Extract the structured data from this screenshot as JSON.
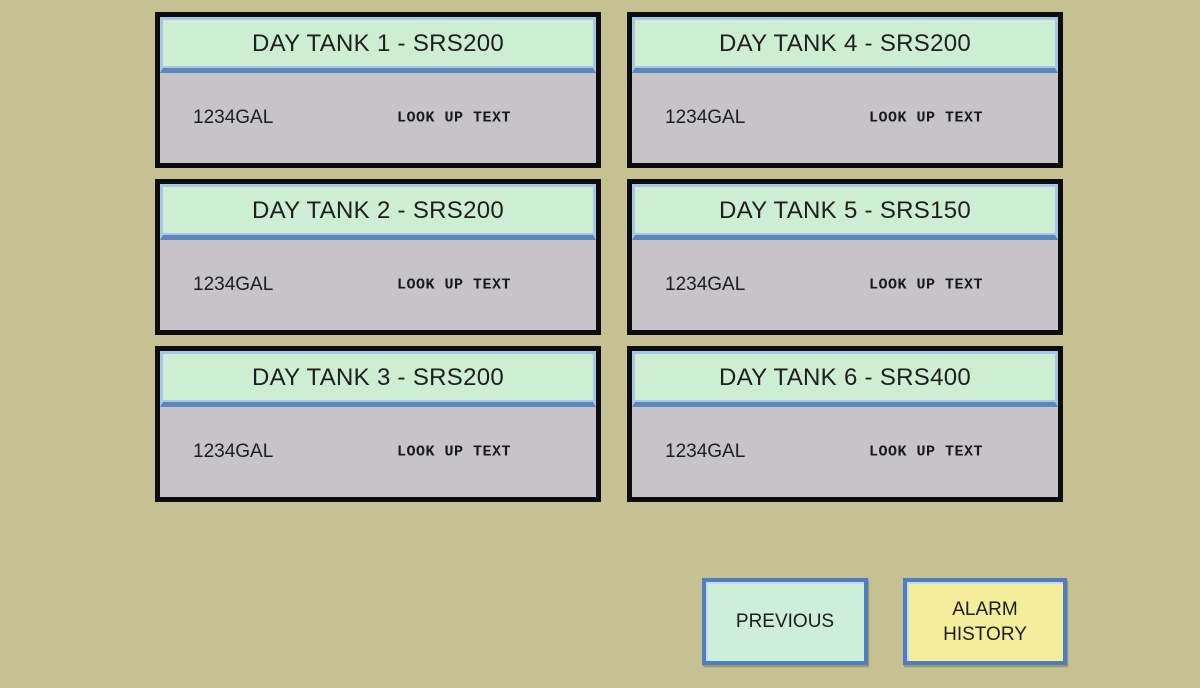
{
  "screen": {
    "background_color": "#c6c192",
    "panel_border_color": "#0d0d0d",
    "panel_body_color": "#c6c4c8",
    "header_fill_color": "#cdeed2",
    "header_border_light_blue": "#a6c8e8",
    "header_border_medium_blue": "#5d86bb",
    "button_border_blue": "#4f7dc3",
    "button_green": "#cfeeda",
    "button_yellow": "#f4ee9c",
    "text_color": "#1f1f1f"
  },
  "tanks": [
    {
      "title": "DAY TANK 1 - SRS200",
      "level": "1234GAL",
      "lookup": "LOOK UP TEXT"
    },
    {
      "title": "DAY TANK 2 - SRS200",
      "level": "1234GAL",
      "lookup": "LOOK UP TEXT"
    },
    {
      "title": "DAY TANK 3 - SRS200",
      "level": "1234GAL",
      "lookup": "LOOK UP TEXT"
    },
    {
      "title": "DAY TANK 4 - SRS200",
      "level": "1234GAL",
      "lookup": "LOOK UP TEXT"
    },
    {
      "title": "DAY TANK 5 - SRS150",
      "level": "1234GAL",
      "lookup": "LOOK UP TEXT"
    },
    {
      "title": "DAY TANK 6 - SRS400",
      "level": "1234GAL",
      "lookup": "LOOK UP TEXT"
    }
  ],
  "buttons": {
    "previous": "PREVIOUS",
    "alarm_history": "ALARM\nHISTORY"
  }
}
